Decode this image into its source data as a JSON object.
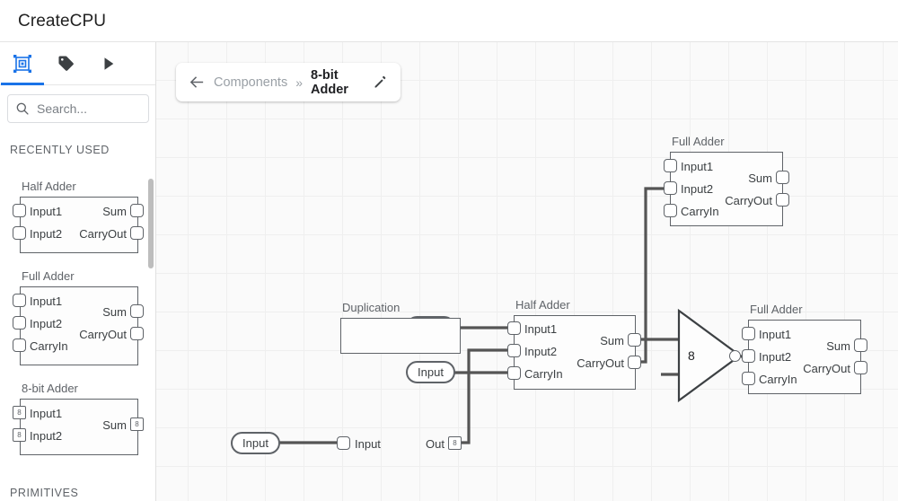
{
  "app": {
    "title": "CreateCPU"
  },
  "sidebar": {
    "tabs": [
      {
        "name": "components-tab",
        "icon": "component-icon",
        "active": true
      },
      {
        "name": "tags-tab",
        "icon": "tag-icon",
        "active": false
      },
      {
        "name": "run-tab",
        "icon": "play-icon",
        "active": false
      }
    ],
    "search": {
      "placeholder": "Search...",
      "value": "",
      "icon": "search-icon"
    },
    "sections": [
      {
        "label": "RECENTLY USED"
      },
      {
        "label": "PRIMITIVES"
      }
    ],
    "items": [
      {
        "title": "Half Adder",
        "inputs": [
          {
            "label": "Input1",
            "width": ""
          },
          {
            "label": "Input2",
            "width": ""
          }
        ],
        "outputs": [
          {
            "label": "Sum",
            "width": ""
          },
          {
            "label": "CarryOut",
            "width": ""
          }
        ]
      },
      {
        "title": "Full Adder",
        "inputs": [
          {
            "label": "Input1",
            "width": ""
          },
          {
            "label": "Input2",
            "width": ""
          },
          {
            "label": "CarryIn",
            "width": ""
          }
        ],
        "outputs": [
          {
            "label": "Sum",
            "width": ""
          },
          {
            "label": "CarryOut",
            "width": ""
          }
        ]
      },
      {
        "title": "8-bit Adder",
        "inputs": [
          {
            "label": "Input1",
            "width": "8"
          },
          {
            "label": "Input2",
            "width": "8"
          }
        ],
        "outputs": [
          {
            "label": "Sum",
            "width": "8"
          }
        ]
      }
    ]
  },
  "breadcrumb": {
    "back_icon": "arrow-left-icon",
    "parent": "Components",
    "separator": "»",
    "current": "8-bit Adder",
    "edit_icon": "pencil-icon"
  },
  "canvas": {
    "nodes": [
      {
        "id": "input-a",
        "type": "input-pill",
        "label": "Input"
      },
      {
        "id": "input-b",
        "type": "input-pill",
        "label": "Input"
      },
      {
        "id": "input-c",
        "type": "input-pill",
        "label": "Input"
      },
      {
        "id": "duplication",
        "type": "box",
        "title": "Duplication",
        "inputs": [
          {
            "label": "Input",
            "width": ""
          }
        ],
        "outputs": [
          {
            "label": "Out",
            "width": "8"
          }
        ]
      },
      {
        "id": "half-adder",
        "type": "box",
        "title": "Half Adder",
        "inputs": [
          {
            "label": "Input1",
            "width": ""
          },
          {
            "label": "Input2",
            "width": ""
          },
          {
            "label": "CarryIn",
            "width": ""
          }
        ],
        "outputs": [
          {
            "label": "Sum",
            "width": ""
          },
          {
            "label": "CarryOut",
            "width": ""
          }
        ]
      },
      {
        "id": "full-adder-top",
        "type": "box",
        "title": "Full Adder",
        "inputs": [
          {
            "label": "Input1",
            "width": ""
          },
          {
            "label": "Input2",
            "width": ""
          },
          {
            "label": "CarryIn",
            "width": ""
          }
        ],
        "outputs": [
          {
            "label": "Sum",
            "width": ""
          },
          {
            "label": "CarryOut",
            "width": ""
          }
        ]
      },
      {
        "id": "full-adder-right",
        "type": "box",
        "title": "Full Adder",
        "inputs": [
          {
            "label": "Input1",
            "width": ""
          },
          {
            "label": "Input2",
            "width": ""
          },
          {
            "label": "CarryIn",
            "width": ""
          }
        ],
        "outputs": [
          {
            "label": "Sum",
            "width": ""
          },
          {
            "label": "CarryOut",
            "width": ""
          }
        ]
      },
      {
        "id": "merger",
        "type": "triangle",
        "label": "8"
      }
    ]
  },
  "colors": {
    "accent": "#1a73e8",
    "outline": "#5f6368",
    "wire": "#555555",
    "canvas_bg": "#fafafa",
    "grid": "#efefef"
  }
}
